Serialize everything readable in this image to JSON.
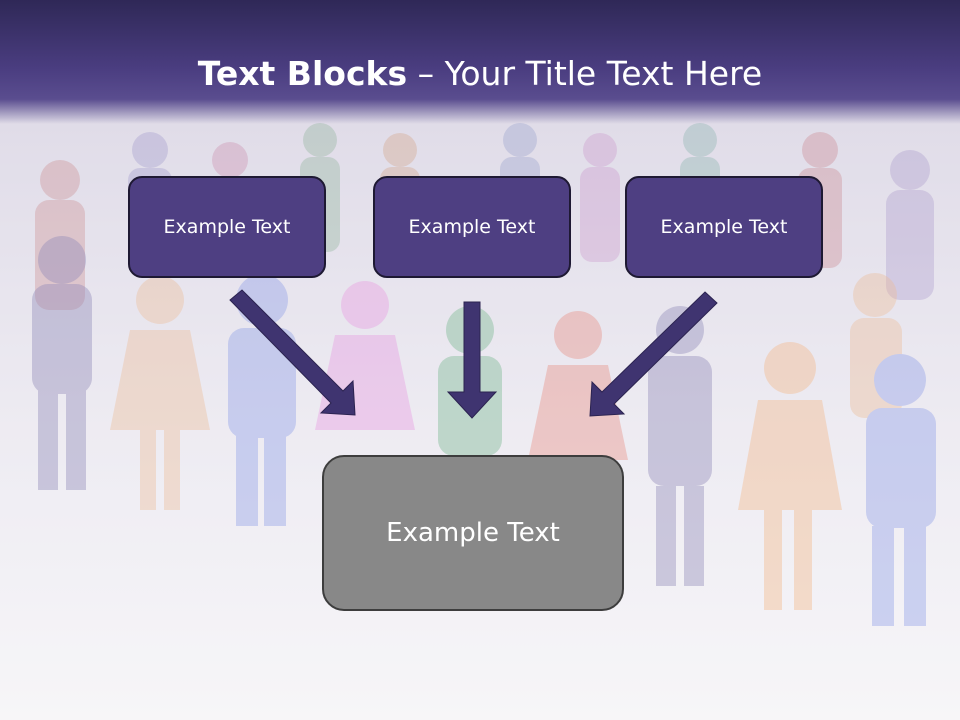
{
  "slide": {
    "title_bold": "Text Blocks",
    "title_dash": " – ",
    "title_rest": "Your Title Text Here"
  },
  "source_boxes": [
    {
      "label": "Example Text"
    },
    {
      "label": "Example Text"
    },
    {
      "label": "Example Text"
    }
  ],
  "target_box": {
    "label": "Example Text"
  },
  "colors": {
    "title_band": "#4a3d80",
    "source_box_fill": "#4e3f82",
    "target_box_fill": "#888888",
    "arrow": "#3f3470"
  }
}
